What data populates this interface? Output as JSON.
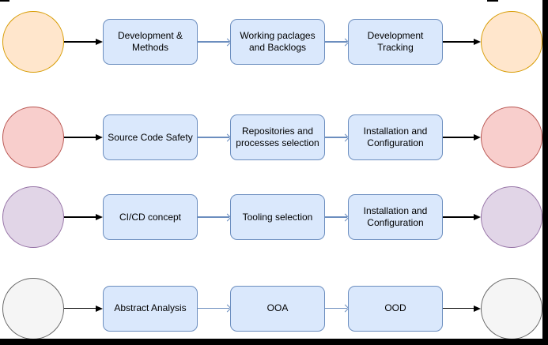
{
  "diagram": {
    "title": "Process flow rows with start and end states",
    "colors": {
      "box_fill": "#DAE8FC",
      "box_stroke": "#6C8EBF",
      "connector_endpoint": "#000000",
      "connector_between": "#6C8EBF",
      "frame": "#000000"
    },
    "rows": [
      {
        "name": "development-methods",
        "circle_fill": "#FFE6CC",
        "circle_stroke": "#D79B00",
        "steps": [
          "Development & Methods",
          "Working paclages and Backlogs",
          "Development Tracking"
        ]
      },
      {
        "name": "source-code-safety",
        "circle_fill": "#F8CECC",
        "circle_stroke": "#B85450",
        "steps": [
          "Source Code Safety",
          "Repositories and processes selection",
          "Installation and Configuration"
        ]
      },
      {
        "name": "ci-cd",
        "circle_fill": "#E1D5E7",
        "circle_stroke": "#9673A6",
        "steps": [
          "CI/CD concept",
          "Tooling selection",
          "Installation and Configuration"
        ]
      },
      {
        "name": "abstract-analysis",
        "circle_fill": "#F5F5F5",
        "circle_stroke": "#666666",
        "steps": [
          "Abstract Analysis",
          "OOA",
          "OOD"
        ]
      }
    ]
  }
}
